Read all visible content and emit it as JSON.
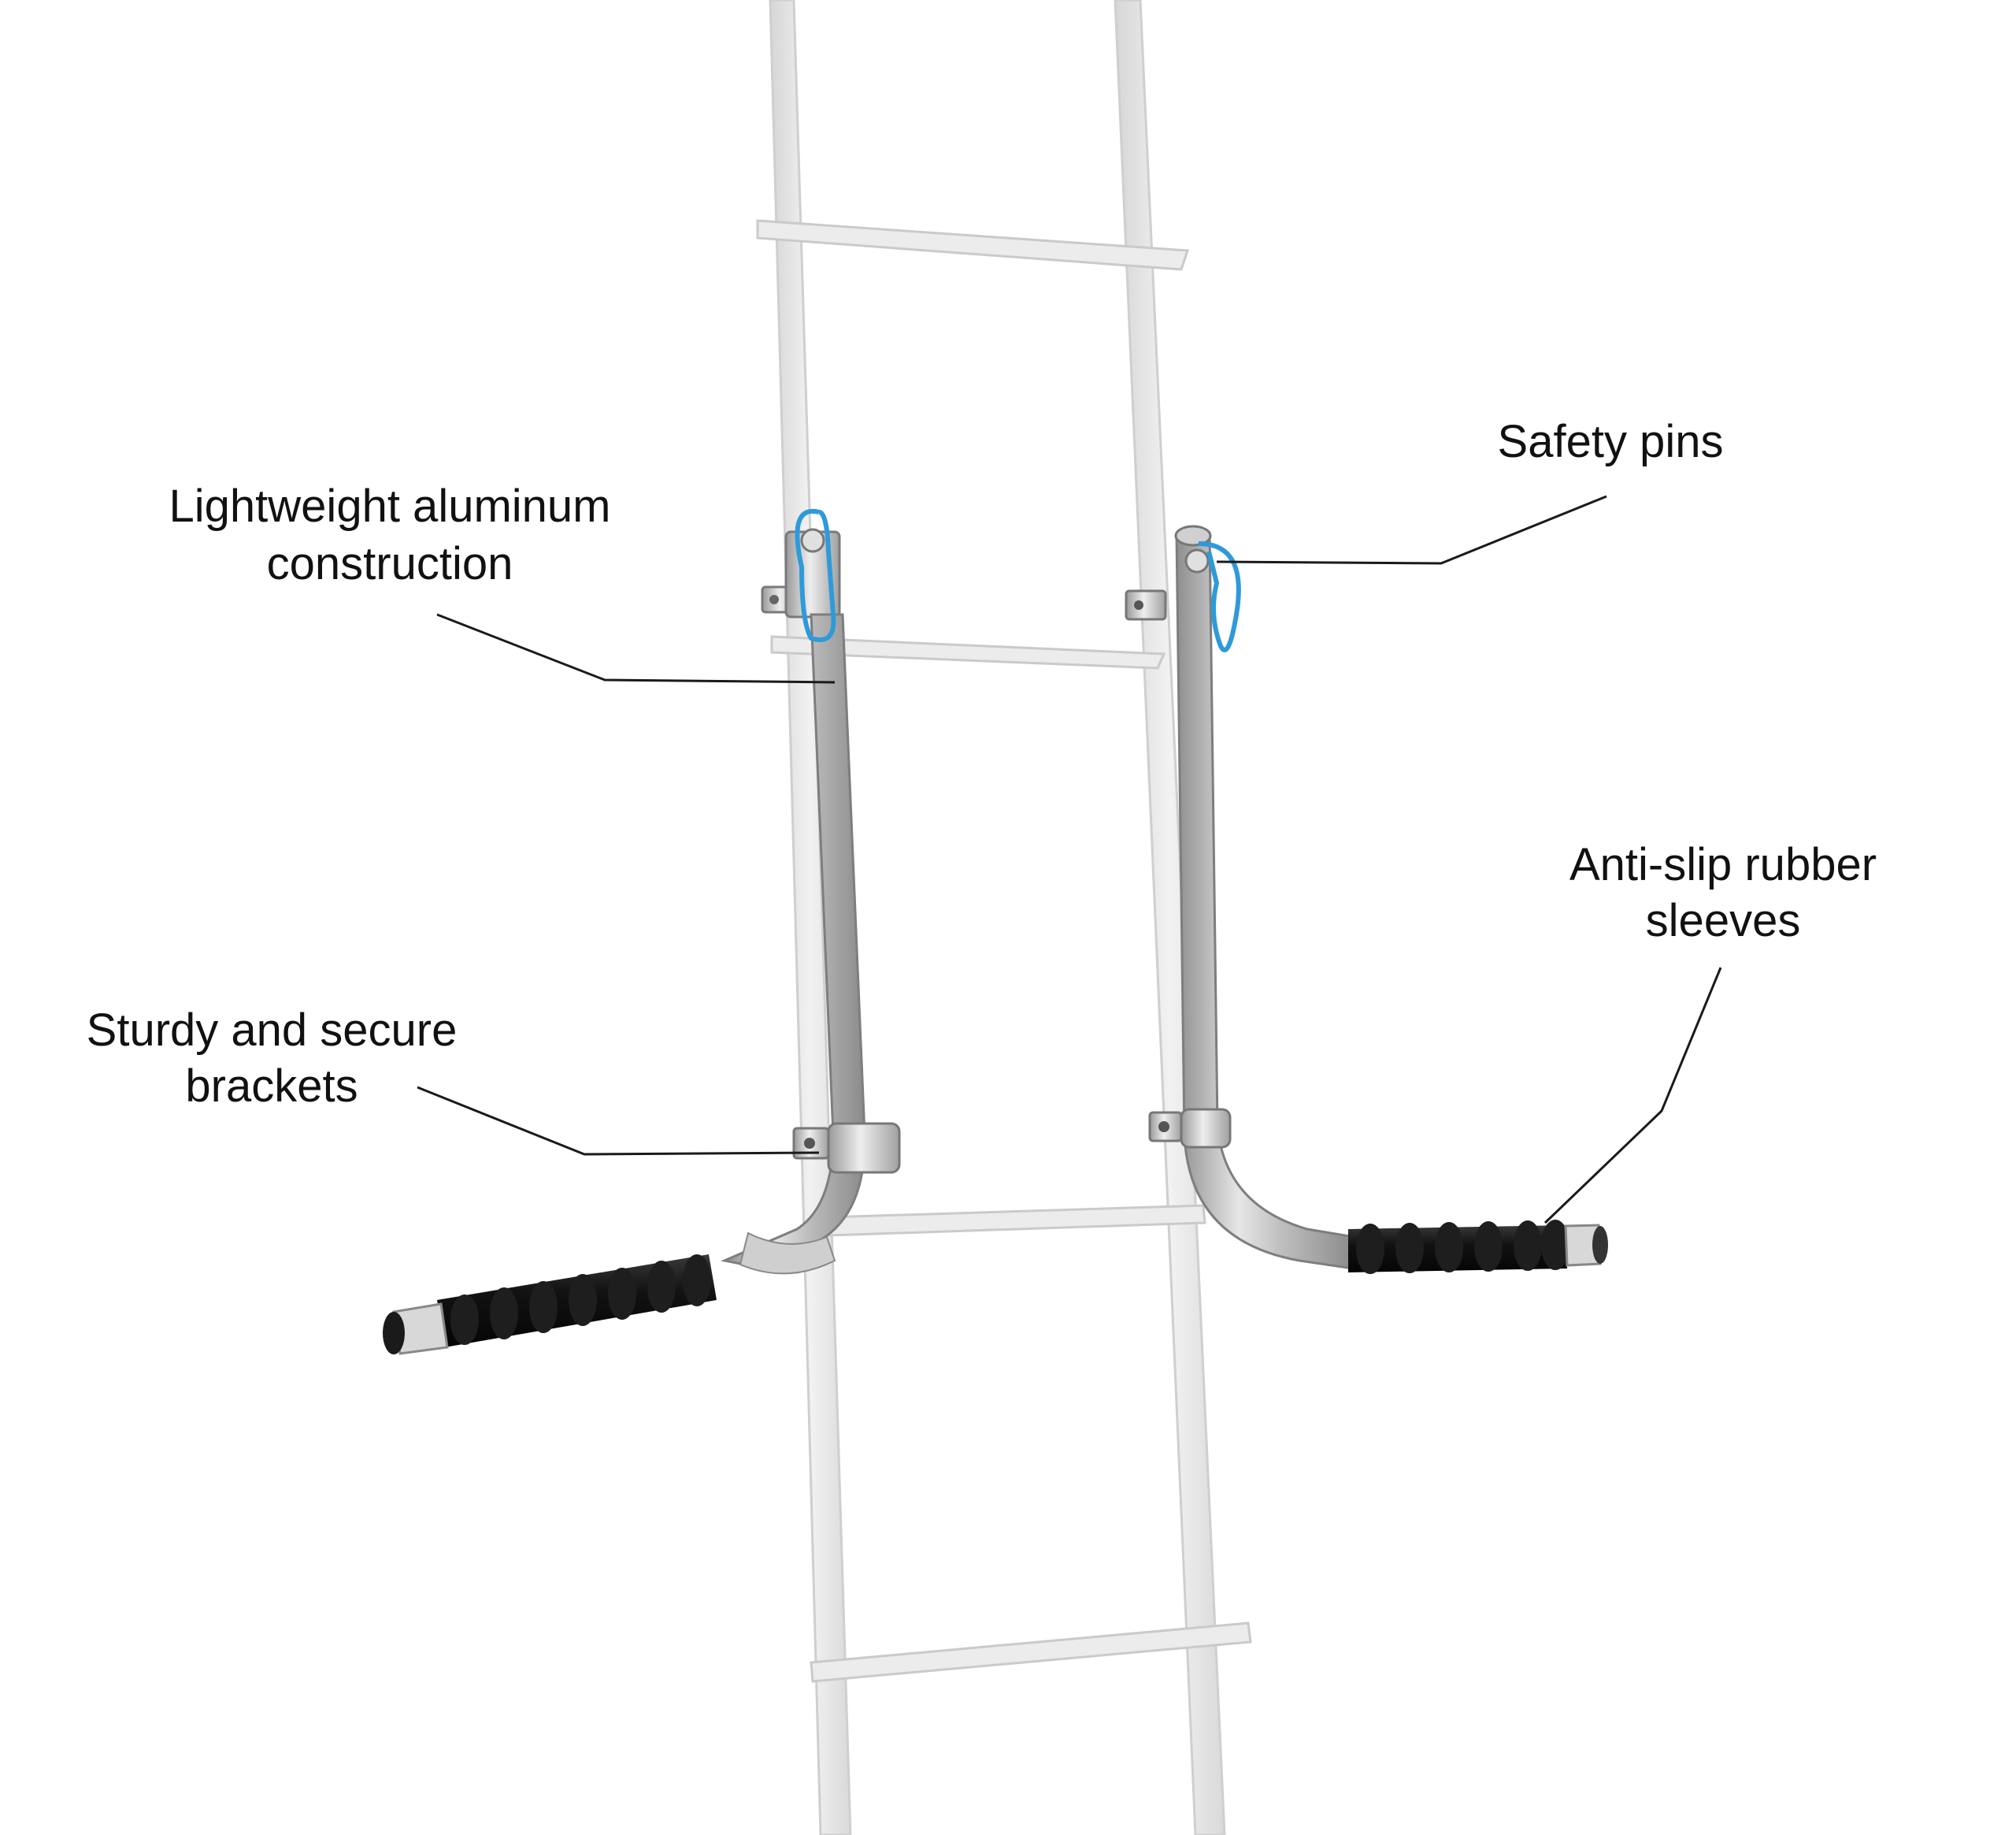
{
  "callouts": {
    "aluminum": {
      "line1": "Lightweight aluminum",
      "line2": "construction"
    },
    "brackets": {
      "line1": "Sturdy and secure",
      "line2": "brackets"
    },
    "safety_pins": {
      "line1": "Safety pins"
    },
    "sleeves": {
      "line1": "Anti-slip rubber",
      "line2": "sleeves"
    }
  },
  "colors": {
    "ladder": "#e4e4e4",
    "ladder_edge": "#c8c8c8",
    "aluminum_light": "#e2e2e2",
    "aluminum_mid": "#b4b4b4",
    "aluminum_dark": "#8d8d8d",
    "rubber": "#161616",
    "pin_cord": "#2f9ad9",
    "leader_line": "#1a1a1a"
  }
}
